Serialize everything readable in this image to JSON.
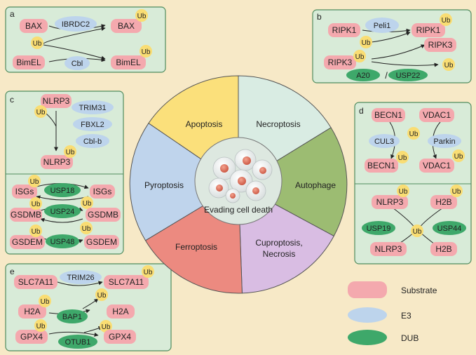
{
  "colors": {
    "background": "#f7e9c7",
    "panel_fill": "#d8ebd8",
    "panel_stroke": "#4f8c5e",
    "substrate": "#f4a9ae",
    "e3": "#bdd4ec",
    "dub": "#3ea86a",
    "ub": "#f9dd73",
    "apoptosis": "#fbe07b",
    "necroptosis": "#d9ece3",
    "autophage": "#9cbc72",
    "cuproptosis": "#d9bde3",
    "ferroptosis": "#ec8a80",
    "pyroptosis": "#bfd4ec",
    "center": "#dde8e0"
  },
  "ub_label": "Ub",
  "panel_a": {
    "label": "a",
    "substrate_bax": "BAX",
    "e3_ibrdc2": "IBRDC2",
    "product_bax": "BAX",
    "substrate_bimel": "BimEL",
    "e3_cbl": "Cbl",
    "product_bimel": "BimEL"
  },
  "panel_b": {
    "label": "b",
    "substrate_ripk1": "RIPK1",
    "e3_peli1": "Peli1",
    "product_ripk1": "RIPK1",
    "product_ripk3": "RIPK3",
    "substrate_ripk3": "RIPK3",
    "dub_a20": "A20",
    "separator": "/",
    "dub_usp22": "USP22"
  },
  "panel_c": {
    "label": "c",
    "substrate_nlrp3": "NLRP3",
    "e3_trim31": "TRIM31",
    "e3_fbxl2": "FBXL2",
    "e3_cblb": "Cbl-b",
    "product_nlrp3": "NLRP3",
    "isgs_left": "ISGs",
    "dub_usp18": "USP18",
    "isgs_right": "ISGs",
    "gsdmb_left": "GSDMB",
    "dub_usp24": "USP24",
    "gsdmb_right": "GSDMB",
    "gsdem_left": "GSDEM",
    "dub_usp48": "USP48",
    "gsdem_right": "GSDEM"
  },
  "panel_d": {
    "label": "d",
    "becn1_top": "BECN1",
    "vdac1_top": "VDAC1",
    "e3_cul3": "CUL3",
    "e3_parkin": "Parkin",
    "becn1_bottom": "BECN1",
    "vdac1_bottom": "VDAC1",
    "nlrp3_top": "NLRP3",
    "h2b_top": "H2B",
    "dub_usp19": "USP19",
    "dub_usp44": "USP44",
    "nlrp3_bottom": "NLRP3",
    "h2b_bottom": "H2B"
  },
  "panel_e": {
    "label": "e",
    "slc7a11_left": "SLC7A11",
    "e3_trim26": "TRIM26",
    "slc7a11_right": "SLC7A11",
    "h2a_left": "H2A",
    "dub_bap1": "BAP1",
    "h2a_right": "H2A",
    "gpx4_left": "GPX4",
    "dub_otub1": "OTUB1",
    "gpx4_right": "GPX4"
  },
  "wheel": {
    "apoptosis": "Apoptosis",
    "necroptosis": "Necroptosis",
    "autophage": "Autophage",
    "cuproptosis_line1": "Cuproptosis,",
    "cuproptosis_line2": "Necrosis",
    "ferroptosis": "Ferroptosis",
    "pyroptosis": "Pyroptosis",
    "center": "Evading cell death"
  },
  "legend": {
    "substrate": "Substrate",
    "e3": "E3",
    "dub": "DUB"
  }
}
